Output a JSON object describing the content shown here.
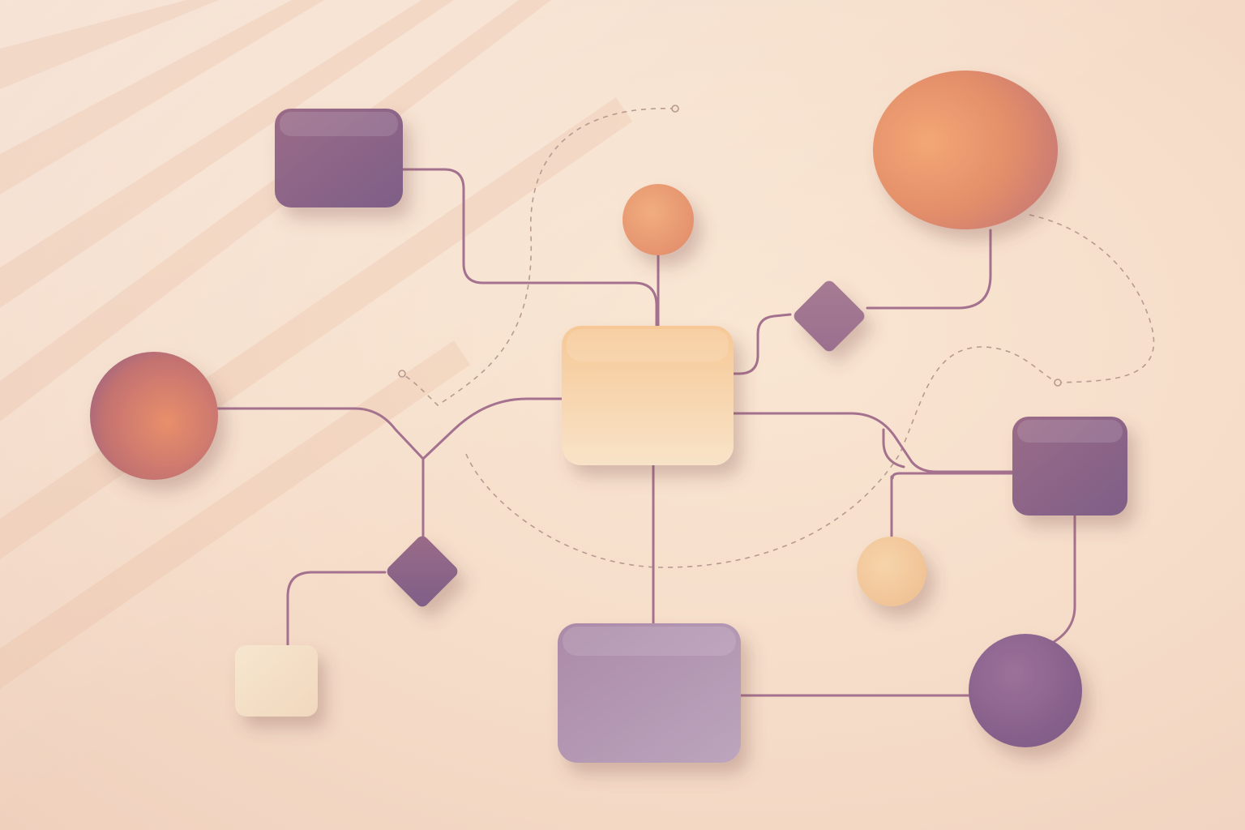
{
  "diagram": {
    "colors": {
      "background": "#f6dfcb",
      "connector": "#a4728f",
      "dashed_connector": "#b99a8f",
      "plum": "#8f6a8c",
      "mauve": "#a37494",
      "lavender": "#b29ab6",
      "peach": "#f4cda2",
      "cream": "#f6e4cb",
      "coral": "#e8916a"
    },
    "nodes": [
      {
        "id": "top-left-rounded-rect",
        "shape": "rounded-rect",
        "fill": "plum-mauve"
      },
      {
        "id": "top-small-circle",
        "shape": "circle",
        "fill": "peach-coral"
      },
      {
        "id": "top-right-large-circle",
        "shape": "circle",
        "fill": "coral"
      },
      {
        "id": "upper-right-diamond",
        "shape": "diamond",
        "fill": "mauve"
      },
      {
        "id": "center-rounded-rect",
        "shape": "rounded-rect",
        "fill": "cream-peach"
      },
      {
        "id": "left-circle",
        "shape": "circle",
        "fill": "coral-plum"
      },
      {
        "id": "right-rounded-rect",
        "shape": "rounded-rect",
        "fill": "plum"
      },
      {
        "id": "lower-left-diamond",
        "shape": "diamond",
        "fill": "plum"
      },
      {
        "id": "lower-right-small-circle",
        "shape": "circle",
        "fill": "peach"
      },
      {
        "id": "bottom-left-small-square",
        "shape": "rounded-rect",
        "fill": "cream"
      },
      {
        "id": "bottom-rounded-rect",
        "shape": "rounded-rect",
        "fill": "lavender"
      },
      {
        "id": "bottom-right-circle",
        "shape": "circle",
        "fill": "plum"
      }
    ],
    "links": [
      {
        "from": "top-left-rounded-rect",
        "to": "center-rounded-rect",
        "style": "solid"
      },
      {
        "from": "top-small-circle",
        "to": "center-rounded-rect",
        "style": "solid"
      },
      {
        "from": "center-rounded-rect",
        "to": "upper-right-diamond",
        "style": "solid"
      },
      {
        "from": "upper-right-diamond",
        "to": "top-right-large-circle",
        "style": "solid"
      },
      {
        "from": "left-circle",
        "to": "center-rounded-rect",
        "style": "solid"
      },
      {
        "from": "left-circle",
        "to": "lower-left-diamond",
        "style": "solid"
      },
      {
        "from": "lower-left-diamond",
        "to": "bottom-left-small-square",
        "style": "solid"
      },
      {
        "from": "center-rounded-rect",
        "to": "right-rounded-rect",
        "style": "solid"
      },
      {
        "from": "center-rounded-rect",
        "to": "bottom-rounded-rect",
        "style": "solid"
      },
      {
        "from": "right-rounded-rect",
        "to": "lower-right-small-circle",
        "style": "solid"
      },
      {
        "from": "right-rounded-rect",
        "to": "bottom-right-circle",
        "style": "solid"
      },
      {
        "from": "bottom-rounded-rect",
        "to": "bottom-right-circle",
        "style": "solid"
      },
      {
        "from": "top-small-circle",
        "to": "center-rounded-rect",
        "style": "dashed"
      },
      {
        "from": "top-right-large-circle",
        "to": "right-rounded-rect",
        "style": "dashed"
      }
    ]
  }
}
